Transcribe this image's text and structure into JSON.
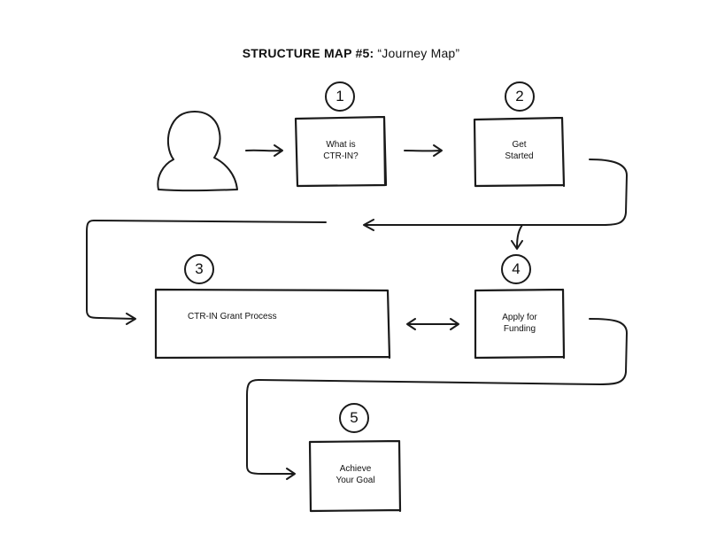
{
  "title": {
    "bold": "STRUCTURE MAP #5:",
    "sub": "“Journey Map”"
  },
  "steps": [
    {
      "number": "1",
      "label": "What is\nCTR-IN?"
    },
    {
      "number": "2",
      "label": "Get\nStarted"
    },
    {
      "number": "3",
      "label": "CTR-IN Grant Process"
    },
    {
      "number": "4",
      "label": "Apply for\nFunding"
    },
    {
      "number": "5",
      "label": "Achieve\nYour Goal"
    }
  ],
  "icons": [
    "person-icon"
  ],
  "colors": {
    "ink": "#1a1a1a",
    "background": "#ffffff"
  }
}
